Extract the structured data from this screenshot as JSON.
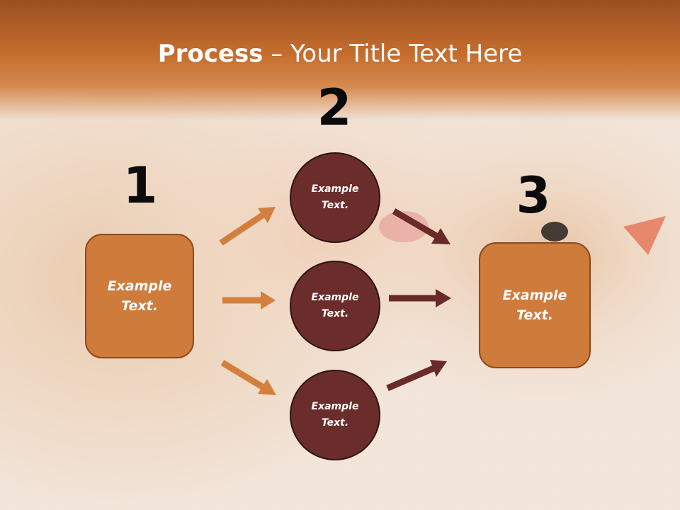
{
  "title": {
    "bold": "Process",
    "rest": " – Your Title Text Here"
  },
  "steps": {
    "one": "1",
    "two": "2",
    "three": "3"
  },
  "left_box": {
    "text": "Example Text."
  },
  "circles": [
    {
      "text": "Example Text."
    },
    {
      "text": "Example Text."
    },
    {
      "text": "Example Text."
    }
  ],
  "right_box": {
    "text": "Example Text."
  },
  "colors": {
    "orange": "#cf7b3b",
    "maroon": "#6b2d2b",
    "arrow_orange": "#d3803f",
    "arrow_maroon": "#6a2a2a"
  }
}
